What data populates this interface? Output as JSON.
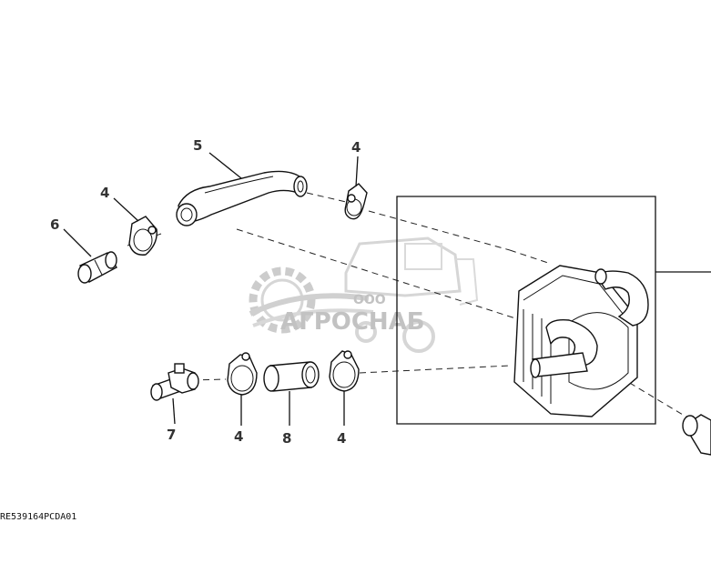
{
  "callouts": {
    "c1": "5",
    "c2": "4",
    "c3": "4",
    "c4": "6",
    "c5": "7",
    "c6": "4",
    "c7": "8",
    "c8": "4"
  },
  "watermark": {
    "small": "ООО",
    "large": "АГРОСНАБ"
  },
  "drawing_code": "RE539164PCDA01",
  "colors": {
    "line": "#111111",
    "watermark": "#b8b8b8",
    "background": "#ffffff"
  }
}
